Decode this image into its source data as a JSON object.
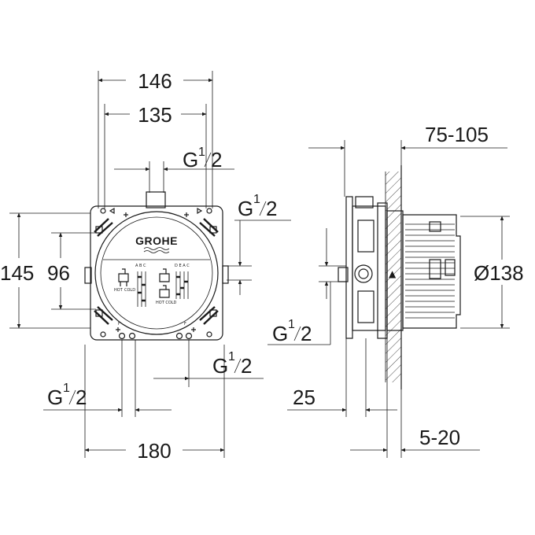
{
  "brand": {
    "logo_text": "GROHE"
  },
  "front_view": {
    "dim_top_outer": "146",
    "dim_top_inner": "135",
    "dim_left_outer": "145",
    "dim_left_inner": "96",
    "dim_bottom": "180",
    "thread_top": {
      "base": "G",
      "num": "1",
      "den": "2"
    },
    "thread_right": {
      "base": "G",
      "num": "1",
      "den": "2"
    },
    "thread_bottom_right": {
      "base": "G",
      "num": "1",
      "den": "2"
    },
    "thread_bottom_left": {
      "base": "G",
      "num": "1",
      "den": "2"
    },
    "panel_labels": {
      "hot": "HOT",
      "cold": "COLD",
      "hot_cold": "HOT COLD",
      "ports_a": "A B C",
      "ports_b": "D E A C"
    }
  },
  "side_view": {
    "dim_wall_depth": "75-105",
    "dim_diameter": "Ø138",
    "dim_body": "25",
    "dim_plaster": "5-20",
    "thread_side": {
      "base": "G",
      "num": "1",
      "den": "2"
    }
  }
}
